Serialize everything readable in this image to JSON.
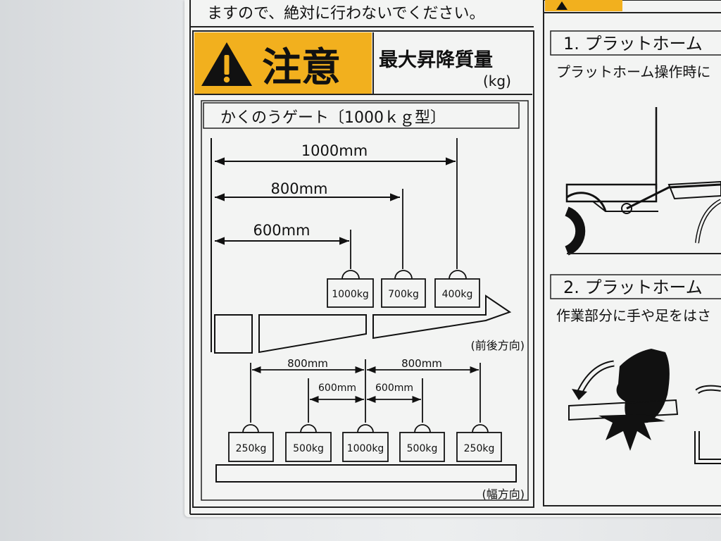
{
  "top_note": "ますので、絶対に行わないでください。",
  "warning": {
    "label": "注意",
    "title": "最大昇降質量",
    "unit": "(kg)",
    "icon": "warning-triangle-icon",
    "band_color": "#f2b01e"
  },
  "gate_type": "かくのうゲート〔1000ｋｇ型〕",
  "front_rear": {
    "distances": [
      "1000mm",
      "800mm",
      "600mm"
    ],
    "weights": [
      "1000kg",
      "700kg",
      "400kg"
    ],
    "direction_label": "(前後方向)"
  },
  "width": {
    "outer_distances": [
      "800mm",
      "800mm"
    ],
    "inner_distances": [
      "600mm",
      "600mm"
    ],
    "weights": [
      "250kg",
      "500kg",
      "1000kg",
      "500kg",
      "250kg"
    ],
    "direction_label": "(幅方向)"
  },
  "right_panel": {
    "step1": "1. プラットホーム",
    "step1_desc": "プラットホーム操作時に",
    "step2": "2. プラットホーム",
    "step2_desc": "作業部分に手や足をはさ"
  }
}
